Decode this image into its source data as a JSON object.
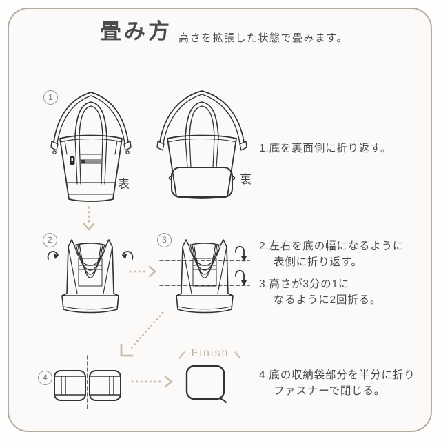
{
  "header": {
    "title": "畳み方",
    "subtitle": "高さを拡張した状態で畳みます。"
  },
  "steps": [
    {
      "number": "1",
      "front_label": "表",
      "back_label": "裏"
    },
    {
      "number": "2"
    },
    {
      "number": "3"
    },
    {
      "number": "4"
    }
  ],
  "instructions": [
    {
      "line1": "1.底を裏面側に折り返す。"
    },
    {
      "line1": "2.左右を底の幅になるように",
      "line2": "表側に折り返す。"
    },
    {
      "line1": "3.高さが3分の1に",
      "line2": "なるように2回折る。"
    },
    {
      "line1": "4.底の収納袋部分を半分に折り",
      "line2": "ファスナーで閉じる。"
    }
  ],
  "finish": {
    "label": "Finish"
  },
  "icons": {
    "step1_to_step2": "dotted-down-arrow",
    "step2_to_step3": "dotted-right-arrow",
    "step3_to_step4": "dotted-diagonal-arrow",
    "step4_to_finish": "dotted-right-arrow",
    "fold_inward": "curved-inward-arrows",
    "fold_down": "hook-down-arrows",
    "fold_lines": "dashed-lines"
  },
  "colors": {
    "card_background": "#fbfaf8",
    "card_border": "#b5ac9f",
    "line_art": "#323232",
    "text": "#4a4a4a",
    "accent_beige": "#c9bba8",
    "step_number_gray": "#7f7f7f"
  }
}
